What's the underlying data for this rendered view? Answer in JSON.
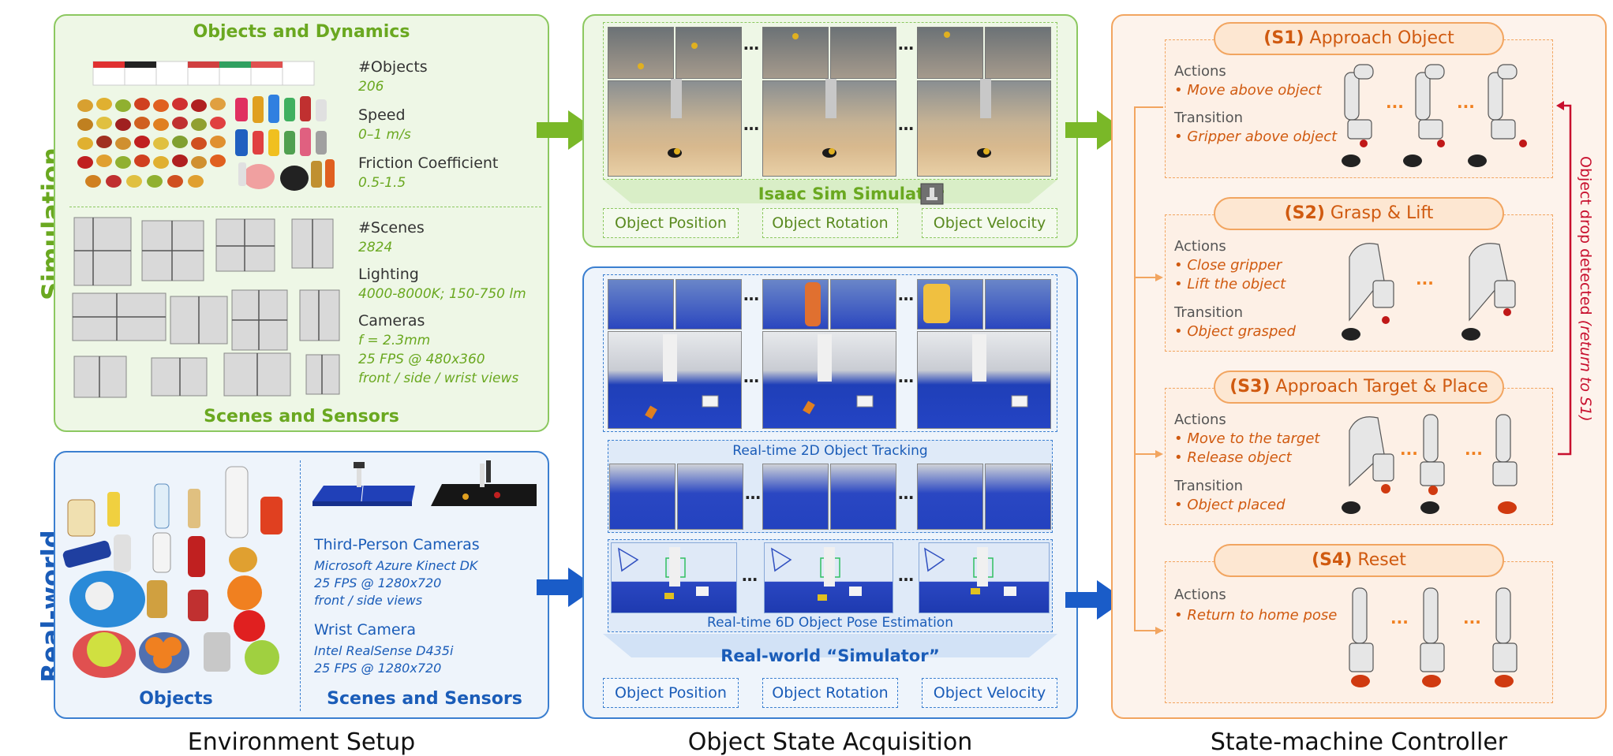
{
  "side_labels": {
    "simulation": "Simulation",
    "real_world": "Real-world"
  },
  "colors": {
    "green": "#6aa820",
    "blue": "#1a5cb8",
    "orange": "#d05a10",
    "red": "#c8102e"
  },
  "env_setup": {
    "sim": {
      "objects_title": "Objects and Dynamics",
      "scenes_title": "Scenes and Sensors",
      "stats": [
        {
          "label": "#Objects",
          "value": "206"
        },
        {
          "label": "Speed",
          "value": "0–1 m/s"
        },
        {
          "label": "Friction Coefficient",
          "value": "0.5-1.5"
        },
        {
          "label": "#Scenes",
          "value": "2824"
        },
        {
          "label": "Lighting",
          "value": "4000-8000K; 150-750 lm"
        },
        {
          "label": "Cameras",
          "value": "f = 2.3mm"
        }
      ],
      "camera_extra": [
        "25 FPS @ 480x360",
        "front / side / wrist views"
      ]
    },
    "real": {
      "objects_title": "Objects",
      "scenes_title": "Scenes and Sensors",
      "third_person_label": "Third-Person Cameras",
      "third_person_values": [
        "Microsoft Azure Kinect DK",
        "25 FPS @ 1280x720",
        "front / side views"
      ],
      "wrist_label": "Wrist Camera",
      "wrist_values": [
        "Intel RealSense D435i",
        "25 FPS @ 1280x720"
      ]
    }
  },
  "state_acq": {
    "sim_title": "Isaac Sim Simulator",
    "real_title": "Real-world “Simulator”",
    "tracking_label": "Real-time 2D Object Tracking",
    "pose_label": "Real-time 6D Object Pose Estimation",
    "properties": [
      "Object Position",
      "Object Rotation",
      "Object Velocity"
    ],
    "ellipsis": "…"
  },
  "controller": {
    "states": [
      {
        "id": "(S1)",
        "name": "Approach Object",
        "actions": [
          "Move above object"
        ],
        "transition": [
          "Gripper above object"
        ]
      },
      {
        "id": "(S2)",
        "name": "Grasp & Lift",
        "actions": [
          "Close gripper",
          "Lift the object"
        ],
        "transition": [
          "Object grasped"
        ]
      },
      {
        "id": "(S3)",
        "name": "Approach Target & Place",
        "actions": [
          "Move to the target",
          "Release object"
        ],
        "transition": [
          "Object placed"
        ]
      },
      {
        "id": "(S4)",
        "name": "Reset",
        "actions": [
          "Return to home pose"
        ],
        "transition": []
      }
    ],
    "actions_label": "Actions",
    "transition_label": "Transition",
    "bullet": "•",
    "drop_text": "Object drop detected",
    "drop_paren": "(return to S1)"
  },
  "captions": [
    "Environment Setup",
    "Object State Acquisition",
    "State-machine Controller"
  ]
}
